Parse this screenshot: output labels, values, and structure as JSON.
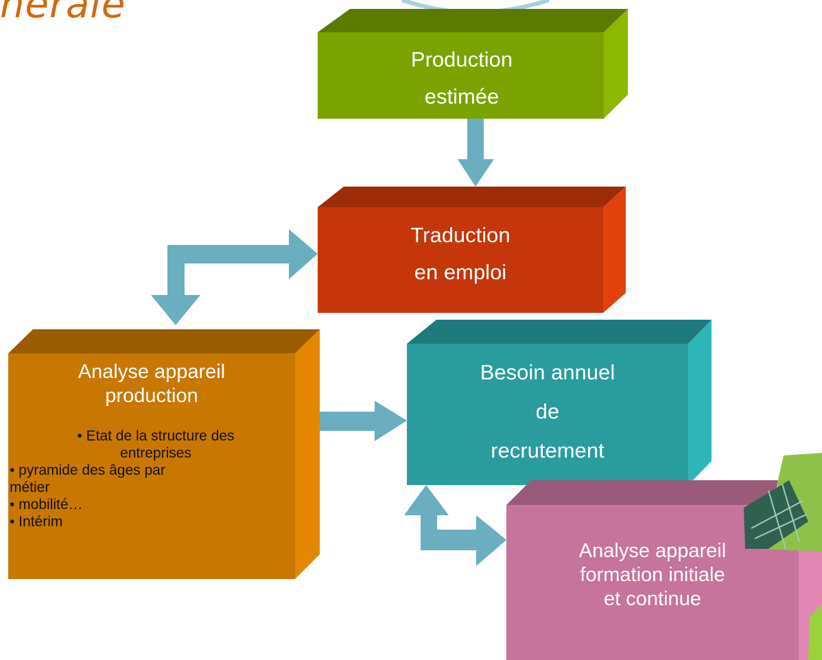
{
  "title_fragment": "nérale",
  "boxes": {
    "production": {
      "lines": [
        "Production",
        "estimée"
      ],
      "color": "#7ba300"
    },
    "traduction": {
      "lines": [
        "Traduction",
        "en emploi"
      ],
      "color": "#c6360b"
    },
    "analyse_production": {
      "lines": [
        "Analyse appareil",
        "production"
      ],
      "bullets": [
        "• Etat de la structure des",
        "entreprises",
        "• pyramide des âges par",
        "métier",
        "• mobilité…",
        "• Intérim"
      ],
      "color": "#c87700"
    },
    "besoin": {
      "lines": [
        "Besoin annuel",
        "de",
        "recrutement"
      ],
      "color": "#2a9c9e"
    },
    "formation": {
      "lines": [
        "Analyse appareil",
        "formation initiale",
        "et continue"
      ],
      "color": "#c6749b"
    }
  },
  "arrow_color": "#6aaec0"
}
